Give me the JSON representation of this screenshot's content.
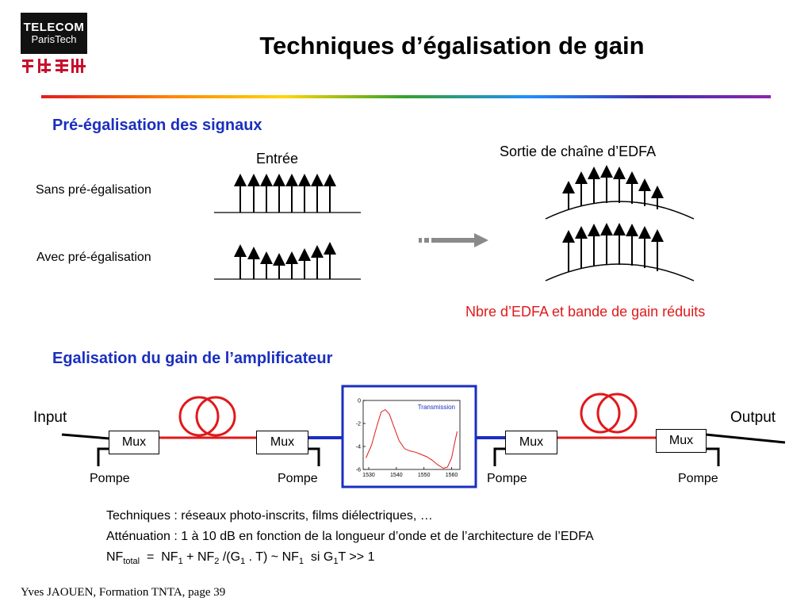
{
  "logo": {
    "line1": "TELECOM",
    "line2": "ParisTech"
  },
  "title": "Techniques d’égalisation de gain",
  "section1": {
    "heading": "Pré-égalisation des signaux",
    "input_label": "Entrée",
    "output_label": "Sortie de chaîne d’EDFA",
    "row1_label": "Sans pré-égalisation",
    "row2_label": "Avec pré-égalisation",
    "note": "Nbre d’EDFA et bande de gain réduits"
  },
  "section2": {
    "heading": "Egalisation du gain de l’amplificateur",
    "input_label": "Input",
    "output_label": "Output",
    "mux_labels": [
      "Mux",
      "Mux",
      "Mux",
      "Mux"
    ],
    "pump_labels": [
      "Pompe",
      "Pompe",
      "Pompe",
      "Pompe"
    ]
  },
  "chart_data": {
    "type": "line",
    "title": "Transmission",
    "xlabel": "",
    "ylabel": "",
    "xlim": [
      1528,
      1563
    ],
    "ylim": [
      -6,
      0
    ],
    "x_ticks": [
      1530,
      1540,
      1550,
      1560
    ],
    "y_ticks": [
      0,
      -2,
      -4,
      -6
    ],
    "series": [
      {
        "x": [
          1529,
          1531,
          1533,
          1534.5,
          1536,
          1537.5,
          1539,
          1541,
          1543,
          1545,
          1547,
          1549,
          1551,
          1553,
          1555,
          1557,
          1558.5,
          1560,
          1561,
          1562
        ],
        "y": [
          -5.0,
          -3.9,
          -2.2,
          -1.0,
          -0.8,
          -1.2,
          -2.2,
          -3.5,
          -4.2,
          -4.4,
          -4.5,
          -4.7,
          -4.9,
          -5.2,
          -5.6,
          -5.9,
          -5.8,
          -5.0,
          -3.8,
          -2.7
        ],
        "color": "#e0191b"
      }
    ]
  },
  "techniques": {
    "line1": "Techniques : réseaux photo-inscrits, films diélectriques, …",
    "line2": "Atténuation : 1 à 10 dB en fonction de la longueur d’onde et de l’architecture de l’EDFA",
    "nf": {
      "nf": "NF",
      "total": "total",
      "eq": "  =  NF",
      "sub1": "1",
      "plus": " + NF",
      "sub2": "2",
      "mid": " /(G",
      "sub3": "1",
      "tail": " . T) ~ NF",
      "sub4": "1",
      "cond": "  si G",
      "sub5": "1",
      "end": "T >> 1"
    }
  },
  "footer": "Yves JAOUEN, Formation TNTA, page  39",
  "colors": {
    "section": "#1a2fbf",
    "fiber": "#e0191b",
    "blue_fiber": "#1a2fbf",
    "note": "#e0191b"
  }
}
